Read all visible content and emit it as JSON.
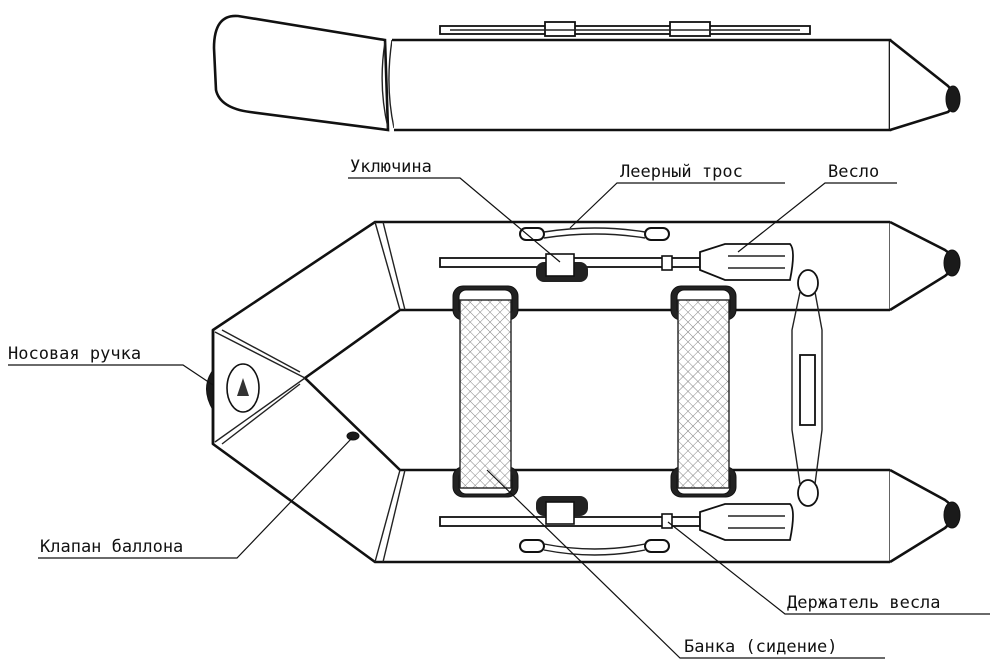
{
  "labels": {
    "oarlock": "Уключина",
    "rail_rope": "Леерный трос",
    "oar": "Весло",
    "bow_handle": "Носовая ручка",
    "tube_valve": "Клапан баллона",
    "oar_holder": "Держатель весла",
    "seat": "Банка (сидение)"
  },
  "colors": {
    "line": "#111111",
    "background": "#ffffff",
    "seat_mesh": "#bfbfbf"
  }
}
